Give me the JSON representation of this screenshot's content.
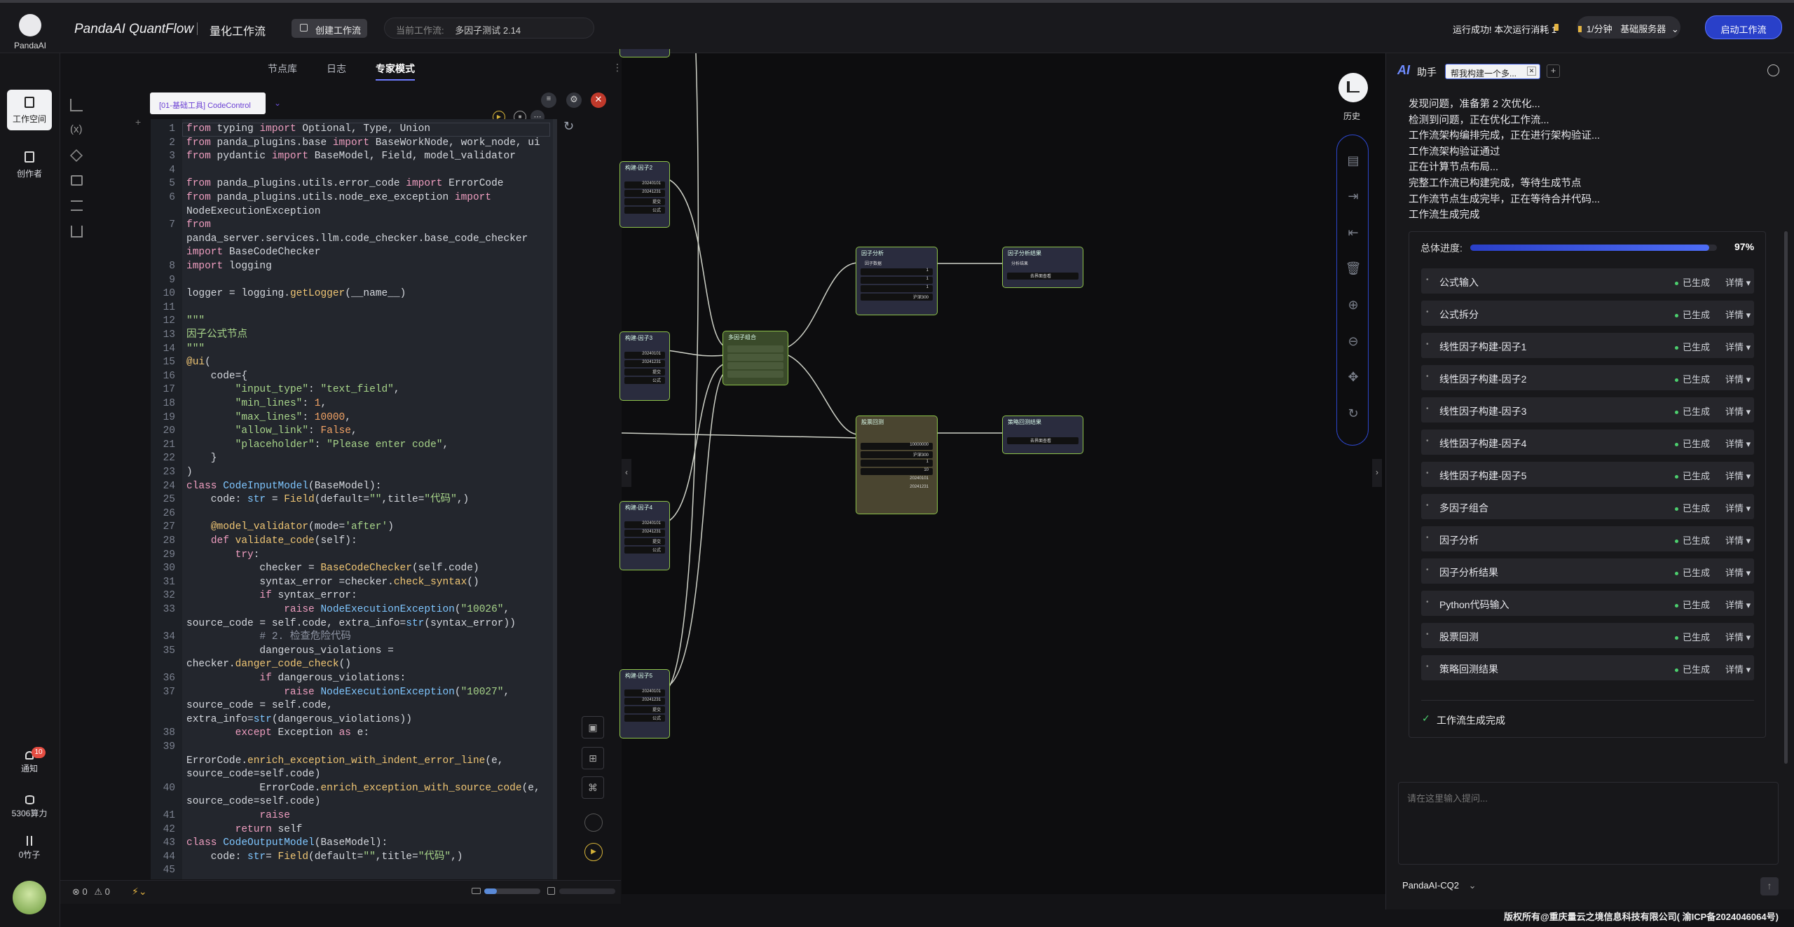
{
  "brand": {
    "logo_text": "PandaAI",
    "app_name": "PandaAI QuantFlow",
    "section": "量化工作流"
  },
  "topbar": {
    "create_btn": "创建工作流",
    "current_label": "当前工作流:",
    "current_name": "多因子测试 2.14",
    "run_status": "运行成功! 本次运行消耗 1",
    "rate": "1/分钟",
    "server": "基础服务器",
    "start_btn": "启动工作流"
  },
  "nav": {
    "workspace": "工作空间",
    "creator": "创作者",
    "notify": "通知",
    "notify_badge": "10",
    "compute": "5306算力",
    "bamboo": "0竹子"
  },
  "tabs": [
    "节点库",
    "日志",
    "专家模式"
  ],
  "editor": {
    "tab_label": "[01-基础工具] CodeControl",
    "status_errors": "0",
    "status_warnings": "0"
  },
  "code_lines": [
    {
      "n": "1",
      "h": "<span class='k'>from</span> typing <span class='k'>import</span> Optional, Type, Union"
    },
    {
      "n": "2",
      "h": "<span class='k'>from</span> panda_plugins.base <span class='k'>import</span> BaseWorkNode, work_node, ui"
    },
    {
      "n": "3",
      "h": "<span class='k'>from</span> pydantic <span class='k'>import</span> BaseModel, Field, model_validator"
    },
    {
      "n": "4",
      "h": ""
    },
    {
      "n": "5",
      "h": "<span class='k'>from</span> panda_plugins.utils.error_code <span class='k'>import</span> ErrorCode"
    },
    {
      "n": "6",
      "h": "<span class='k'>from</span> panda_plugins.utils.node_exe_exception <span class='k'>import</span>"
    },
    {
      "n": "",
      "h": "NodeExecutionException"
    },
    {
      "n": "7",
      "h": "<span class='k'>from</span>"
    },
    {
      "n": "",
      "h": "panda_server.services.llm.code_checker.base_code_checker"
    },
    {
      "n": "",
      "h": "<span class='k'>import</span> BaseCodeChecker"
    },
    {
      "n": "8",
      "h": "<span class='k'>import</span> logging"
    },
    {
      "n": "9",
      "h": ""
    },
    {
      "n": "10",
      "h": "logger = logging.<span class='f'>getLogger</span>(__name__)"
    },
    {
      "n": "11",
      "h": ""
    },
    {
      "n": "12",
      "h": "<span class='s'>\"\"\"</span>"
    },
    {
      "n": "13",
      "h": "<span class='s'>因子公式节点</span>"
    },
    {
      "n": "14",
      "h": "<span class='s'>\"\"\"</span>"
    },
    {
      "n": "15",
      "h": "<span class='f'>@ui</span>("
    },
    {
      "n": "16",
      "h": "    code={"
    },
    {
      "n": "17",
      "h": "        <span class='s'>\"input_type\"</span>: <span class='s'>\"text_field\"</span>,"
    },
    {
      "n": "18",
      "h": "        <span class='s'>\"min_lines\"</span>: <span class='n'>1</span>,"
    },
    {
      "n": "19",
      "h": "        <span class='s'>\"max_lines\"</span>: <span class='n'>10000</span>,"
    },
    {
      "n": "20",
      "h": "        <span class='s'>\"allow_link\"</span>: <span class='n'>False</span>,"
    },
    {
      "n": "21",
      "h": "        <span class='s'>\"placeholder\"</span>: <span class='s'>\"Please enter code\"</span>,"
    },
    {
      "n": "22",
      "h": "    }"
    },
    {
      "n": "23",
      "h": ")"
    },
    {
      "n": "24",
      "h": "<span class='k'>class</span> <span class='t'>CodeInputModel</span>(BaseModel):"
    },
    {
      "n": "25",
      "h": "    code: <span class='t'>str</span> = <span class='f'>Field</span>(default=<span class='s'>\"\"</span>,title=<span class='s'>\"代码\"</span>,)"
    },
    {
      "n": "26",
      "h": ""
    },
    {
      "n": "27",
      "h": "    <span class='f'>@model_validator</span>(mode=<span class='s'>'after'</span>)"
    },
    {
      "n": "28",
      "h": "    <span class='k'>def</span> <span class='f'>validate_code</span>(self):"
    },
    {
      "n": "29",
      "h": "        <span class='k'>try</span>:"
    },
    {
      "n": "30",
      "h": "            checker = <span class='f'>BaseCodeChecker</span>(self.code)"
    },
    {
      "n": "31",
      "h": "            syntax_error =checker.<span class='f'>check_syntax</span>()"
    },
    {
      "n": "32",
      "h": "            <span class='k'>if</span> syntax_error:"
    },
    {
      "n": "33",
      "h": "                <span class='k'>raise</span> <span class='t'>NodeExecutionException</span>(<span class='s'>\"10026\"</span>,"
    },
    {
      "n": "",
      "h": "source_code = self.code, extra_info=<span class='t'>str</span>(syntax_error))"
    },
    {
      "n": "34",
      "h": "            <span class='m'># 2. 检查危险代码</span>"
    },
    {
      "n": "35",
      "h": "            dangerous_violations ="
    },
    {
      "n": "",
      "h": "checker.<span class='f'>danger_code_check</span>()"
    },
    {
      "n": "36",
      "h": "            <span class='k'>if</span> dangerous_violations:"
    },
    {
      "n": "37",
      "h": "                <span class='k'>raise</span> <span class='t'>NodeExecutionException</span>(<span class='s'>\"10027\"</span>,"
    },
    {
      "n": "",
      "h": "source_code = self.code,"
    },
    {
      "n": "",
      "h": "extra_info=<span class='t'>str</span>(dangerous_violations))"
    },
    {
      "n": "38",
      "h": "        <span class='k'>except</span> Exception <span class='k'>as</span> e:"
    },
    {
      "n": "39",
      "h": ""
    },
    {
      "n": "",
      "h": "ErrorCode.<span class='f'>enrich_exception_with_indent_error_line</span>(e,"
    },
    {
      "n": "",
      "h": "source_code=self.code)"
    },
    {
      "n": "40",
      "h": "            ErrorCode.<span class='f'>enrich_exception_with_source_code</span>(e,"
    },
    {
      "n": "",
      "h": "source_code=self.code)"
    },
    {
      "n": "41",
      "h": "            <span class='k'>raise</span>"
    },
    {
      "n": "42",
      "h": "        <span class='k'>return</span> self"
    },
    {
      "n": "43",
      "h": "<span class='k'>class</span> <span class='t'>CodeOutputModel</span>(BaseModel):"
    },
    {
      "n": "44",
      "h": "    code: <span class='t'>str</span>= <span class='f'>Field</span>(default=<span class='s'>\"\"</span>,title=<span class='s'>\"代码\"</span>,)"
    },
    {
      "n": "45",
      "h": ""
    }
  ],
  "canvas": {
    "nodes": {
      "f2": "构建-因子2",
      "f3": "构建-因子3",
      "f4": "构建-因子4",
      "f5": "构建-因子5",
      "combine": "多因子组合",
      "analysis": "因子分析",
      "analysis_result": "因子分析结果",
      "backtest": "股票回测",
      "backtest_result": "策略回测结果",
      "date_start": "20240101",
      "date_end": "20241231",
      "btn_submit": "提交",
      "btn_formula": "公式",
      "view_result": "去界面查看",
      "bt_cash": "10000000",
      "bt_fee": "沪深300",
      "bt_n": "1",
      "bt_m": "10",
      "input_a": "因子数据",
      "output_a": "分析结果"
    },
    "history_label": "历史"
  },
  "assistant": {
    "ai_mark": "AI",
    "title": "助手",
    "chat_tab": "帮我构建一个多...",
    "log": [
      "发现问题，准备第 2 次优化...",
      "检测到问题，正在优化工作流...",
      "工作流架构编排完成，正在进行架构验证...",
      "工作流架构验证通过",
      "正在计算节点布局...",
      "完整工作流已构建完成，等待生成节点",
      "工作流节点生成完毕，正在等待合并代码...",
      "工作流生成完成"
    ],
    "progress_label": "总体进度:",
    "progress_value": "97%",
    "progress_fraction": 0.97,
    "items": [
      "公式输入",
      "公式拆分",
      "线性因子构建-因子1",
      "线性因子构建-因子2",
      "线性因子构建-因子3",
      "线性因子构建-因子4",
      "线性因子构建-因子5",
      "多因子组合",
      "因子分析",
      "因子分析结果",
      "Python代码输入",
      "股票回测",
      "策略回测结果"
    ],
    "item_status": "已生成",
    "item_detail": "详情",
    "done_text": "工作流生成完成",
    "input_placeholder": "请在这里输入提问...",
    "model": "PandaAI-CQ2"
  },
  "footer": {
    "copyright": "版权所有@重庆量云之境信息科技有限公司( 渝ICP备2024046064号)"
  },
  "colors": {
    "accent": "#2f4cf0",
    "node_border": "#8ec34a",
    "success": "#4ccf6e",
    "badge": "#e54d42"
  }
}
